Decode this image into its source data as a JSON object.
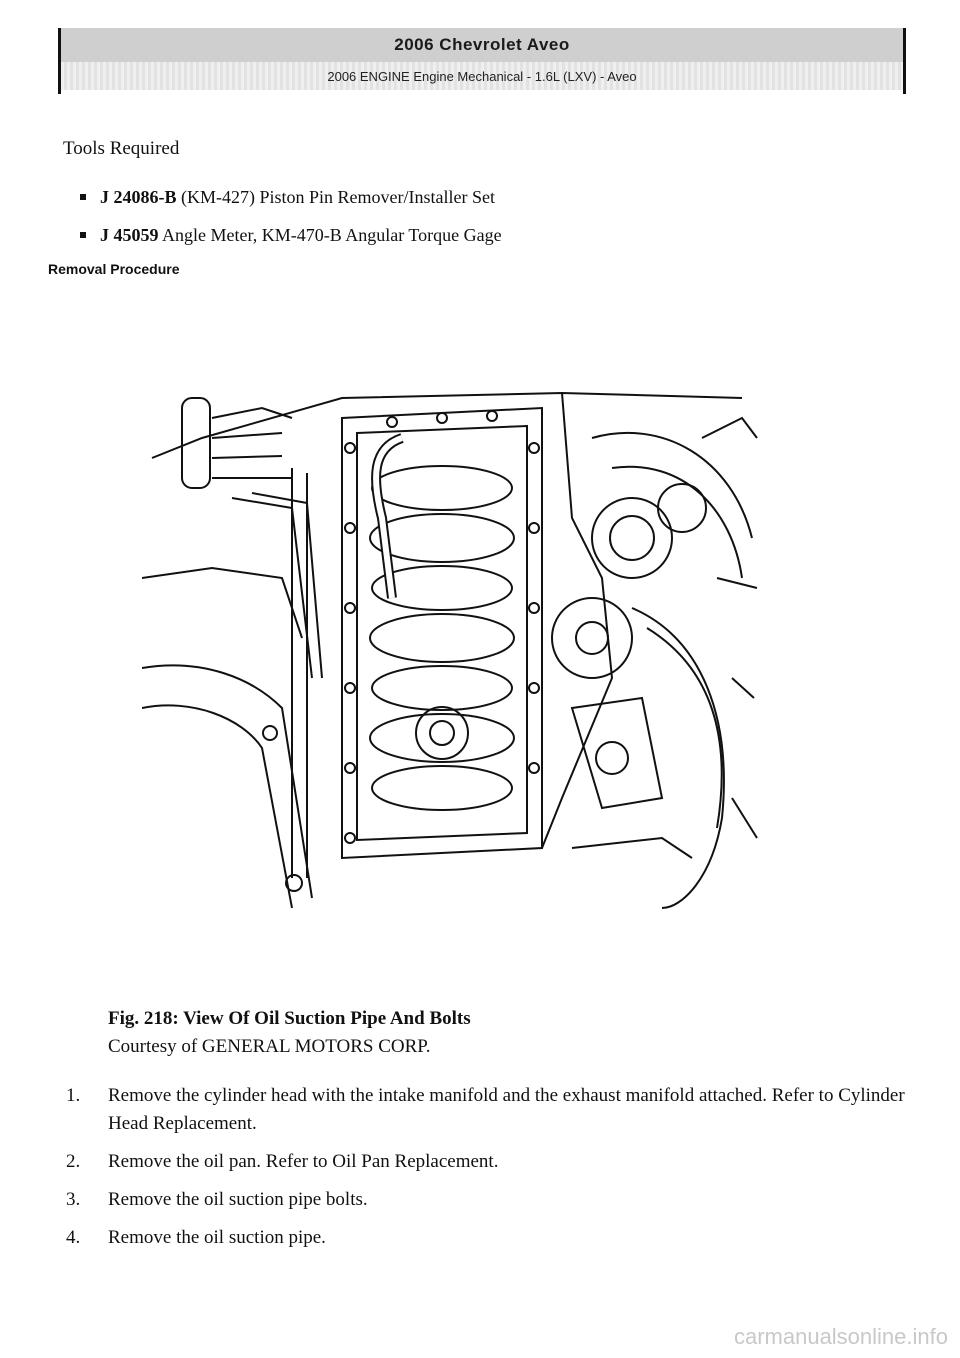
{
  "header": {
    "title": "2006 Chevrolet Aveo",
    "subtitle": "2006 ENGINE Engine Mechanical - 1.6L (LXV) - Aveo"
  },
  "tools": {
    "title": "Tools Required",
    "items": [
      {
        "code": "J 24086-B",
        "rest": " (KM-427) Piston Pin Remover/Installer Set"
      },
      {
        "code": "J 45059",
        "rest": " Angle Meter, KM-470-B Angular Torque Gage"
      }
    ]
  },
  "removal_heading": "Removal Procedure",
  "figure": {
    "title": "Fig. 218: View Of Oil Suction Pipe And Bolts",
    "courtesy": "Courtesy of GENERAL MOTORS CORP."
  },
  "steps": [
    {
      "num": "1.",
      "text": "Remove the cylinder head with the intake manifold and the exhaust manifold attached. Refer to Cylinder Head Replacement."
    },
    {
      "num": "2.",
      "text": "Remove the oil pan. Refer to Oil Pan Replacement."
    },
    {
      "num": "3.",
      "text": "Remove the oil suction pipe bolts."
    },
    {
      "num": "4.",
      "text": "Remove the oil suction pipe."
    }
  ],
  "footer": "carmanualsonline.info"
}
